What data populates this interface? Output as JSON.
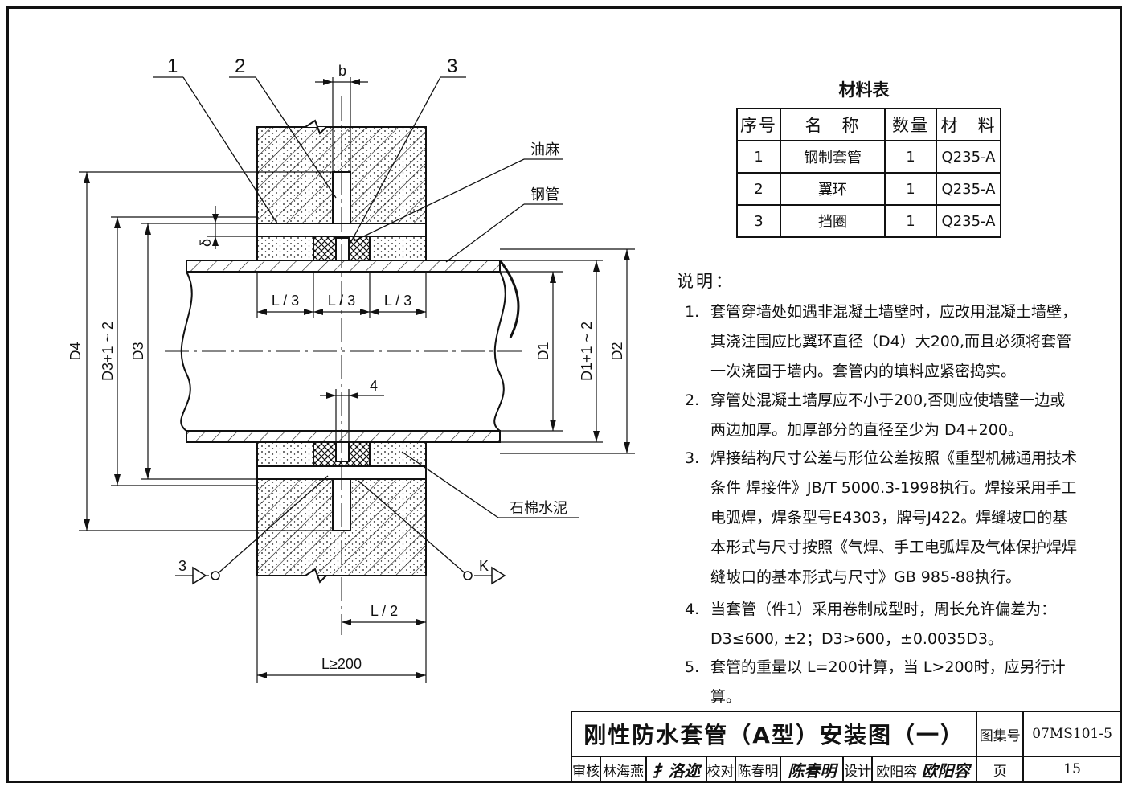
{
  "callouts": {
    "part1": "1",
    "part2": "2",
    "part3": "3",
    "b": "b",
    "delta": "δ",
    "four": "4",
    "section_left": "3",
    "section_right": "K"
  },
  "labels": {
    "oil_hemp": "油麻",
    "steel_pipe": "钢管",
    "asbestos_cement": "石棉水泥"
  },
  "dims": {
    "d4": "D4",
    "d3_tol": "D3+1 ~ 2",
    "d3": "D3",
    "d1": "D1",
    "d1_tol": "D1+1 ~ 2",
    "d2": "D2",
    "l3_a": "L / 3",
    "l3_b": "L / 3",
    "l3_c": "L / 3",
    "l2": "L / 2",
    "l": "L≥200"
  },
  "materials": {
    "title": "材料表",
    "headers": [
      "序号",
      "名　称",
      "数量",
      "材　料"
    ],
    "rows": [
      [
        "1",
        "钢制套管",
        "1",
        "Q235-A"
      ],
      [
        "2",
        "翼环",
        "1",
        "Q235-A"
      ],
      [
        "3",
        "挡圈",
        "1",
        "Q235-A"
      ]
    ]
  },
  "notes": {
    "heading": "说明：",
    "items": [
      {
        "num": "1.",
        "text": "套管穿墙处如遇非混凝土墙壁时，应改用混凝土墙壁，其浇注围应比翼环直径（D4）大200,而且必须将套管一次浇固于墙内。套管内的填料应紧密捣实。"
      },
      {
        "num": "2.",
        "text": "穿管处混凝土墙厚应不小于200,否则应使墙壁一边或两边加厚。加厚部分的直径至少为 D4+200。"
      },
      {
        "num": "3.",
        "text": "焊接结构尺寸公差与形位公差按照《重型机械通用技术条件 焊接件》JB/T 5000.3-1998执行。焊接采用手工电弧焊，焊条型号E4303，牌号J422。焊缝坡口的基本形式与尺寸按照《气焊、手工电弧焊及气体保护焊焊缝坡口的基本形式与尺寸》GB 985-88执行。"
      },
      {
        "num": "4.",
        "text": "当套管（件1）采用卷制成型时，周长允许偏差为：D3≤600, ±2；D3>600，±0.0035D3。"
      },
      {
        "num": "5.",
        "text": "套管的重量以 L=200计算，当 L>200时，应另行计算。"
      }
    ]
  },
  "title_block": {
    "title": "刚性防水套管（A型）安装图（一）",
    "atlas_label": "图集号",
    "atlas_no": "07MS101-5",
    "review_label": "审核",
    "reviewer": "林海燕",
    "check_label": "校对",
    "checker": "陈春明",
    "design_label": "设计",
    "designer": "欧阳容",
    "page_label": "页",
    "page_no": "15"
  }
}
